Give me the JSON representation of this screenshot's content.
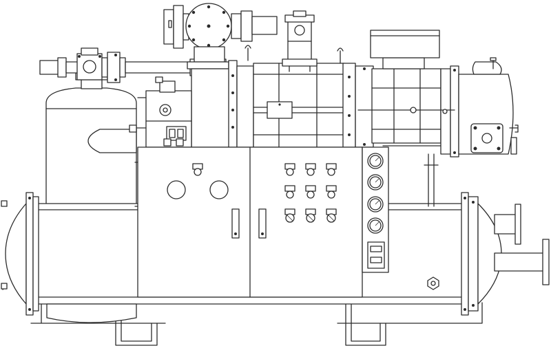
{
  "colors": {
    "line": "#2b2b2b",
    "background": "#ffffff"
  },
  "diagram": {
    "type": "line-drawing",
    "components": [
      "compressor-unit",
      "oil-separator-tank",
      "horizontal-shell-and-tube-vessel",
      "control-cabinet",
      "pressure-gauges",
      "indicator-lights",
      "selector-switches",
      "suction-filter",
      "discharge-valve",
      "motor",
      "terminal-box",
      "base-frame-legs"
    ],
    "gauge_count": 4,
    "indicator_light_count": 1,
    "selector_switch_rows": 3,
    "selector_switch_columns": 3
  }
}
